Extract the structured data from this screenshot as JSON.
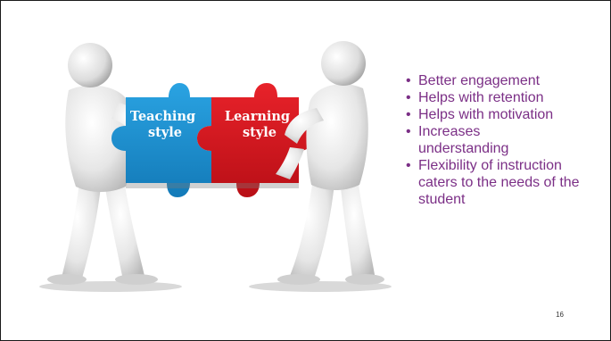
{
  "slide": {
    "illustration": {
      "left_piece_label": [
        "Teaching",
        "style"
      ],
      "right_piece_label": [
        "Learning",
        "style"
      ],
      "left_piece_color": "#1b8fd0",
      "right_piece_color": "#d8141c"
    },
    "bullets": [
      "Better engagement",
      "Helps with retention",
      "Helps with motivation",
      "Increases understanding",
      "Flexibility of instruction caters to the needs of the student"
    ],
    "bullet_color": "#7b2f86",
    "page_number": "16"
  }
}
